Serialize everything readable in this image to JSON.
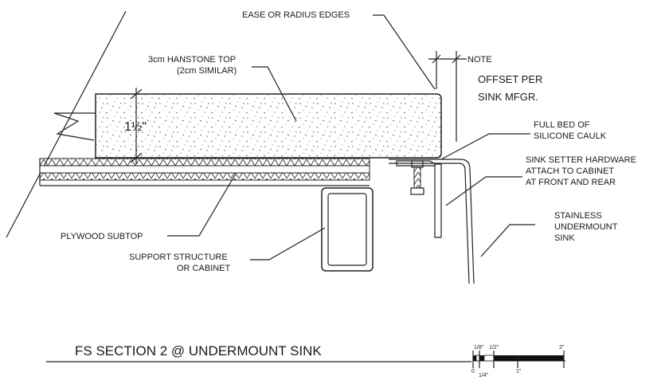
{
  "labels": {
    "ease_edges": "EASE OR RADIUS EDGES",
    "note": "NOTE",
    "offset_line1": "OFFSET PER",
    "offset_line2": "SINK MFGR.",
    "top_line1": "3cm HANSTONE TOP",
    "top_line2": "(2cm SIMILAR)",
    "thickness": "1½\"",
    "caulk_line1": "FULL BED OF",
    "caulk_line2": "SILICONE CAULK",
    "setter_line1": "SINK SETTER HARDWARE",
    "setter_line2": "ATTACH TO CABINET",
    "setter_line3": "AT FRONT AND REAR",
    "sink_line1": "STAINLESS",
    "sink_line2": "UNDERMOUNT",
    "sink_line3": "SINK",
    "plywood": "PLYWOOD SUBTOP",
    "support_line1": "SUPPORT STRUCTURE",
    "support_line2": "OR CABINET"
  },
  "title": "FS SECTION 2 @ UNDERMOUNT SINK",
  "scale": {
    "top_ticks": [
      "1/8\"",
      "1/2\"",
      "2\""
    ],
    "bottom_ticks": [
      "0",
      "1/4\"",
      "1\""
    ]
  }
}
